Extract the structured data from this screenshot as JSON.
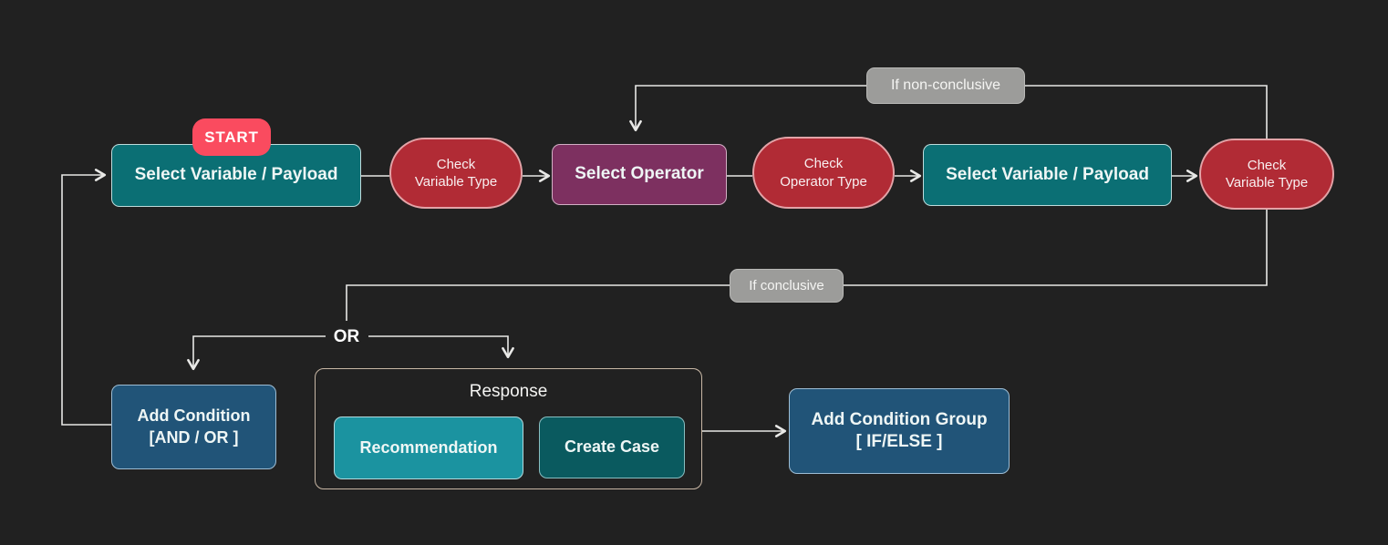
{
  "diagram": {
    "start_badge": "START",
    "nodes": {
      "select_variable_payload_1": "Select Variable / Payload",
      "check_variable_type_1": {
        "line1": "Check",
        "line2": "Variable Type"
      },
      "select_operator": "Select Operator",
      "check_operator_type": {
        "line1": "Check",
        "line2": "Operator Type"
      },
      "select_variable_payload_2": "Select Variable / Payload",
      "check_variable_type_2": {
        "line1": "Check",
        "line2": "Variable Type"
      },
      "add_condition": {
        "line1": "Add Condition",
        "line2": "[AND / OR ]"
      },
      "recommendation": "Recommendation",
      "create_case": "Create Case",
      "add_condition_group": {
        "line1": "Add Condition Group",
        "line2": "[ IF/ELSE ]"
      }
    },
    "labels": {
      "non_conclusive": "If non-conclusive",
      "conclusive": "If conclusive",
      "or_text": "OR",
      "response_group_title": "Response"
    },
    "colors": {
      "background": "#212121",
      "connector_line": "#e8e8e6",
      "teal_node": "#0b6f74",
      "purple_node": "#7d3060",
      "red_pill": "#b12b35",
      "red_pill_border": "#e3a3a7",
      "blue_node": "#215478",
      "recommendation_node": "#1b93a0",
      "create_case_node": "#0a5a5f",
      "start_badge": "#fa4b5f",
      "gray_label": "#9c9c9a",
      "response_group_border": "#c8b7a5"
    }
  }
}
